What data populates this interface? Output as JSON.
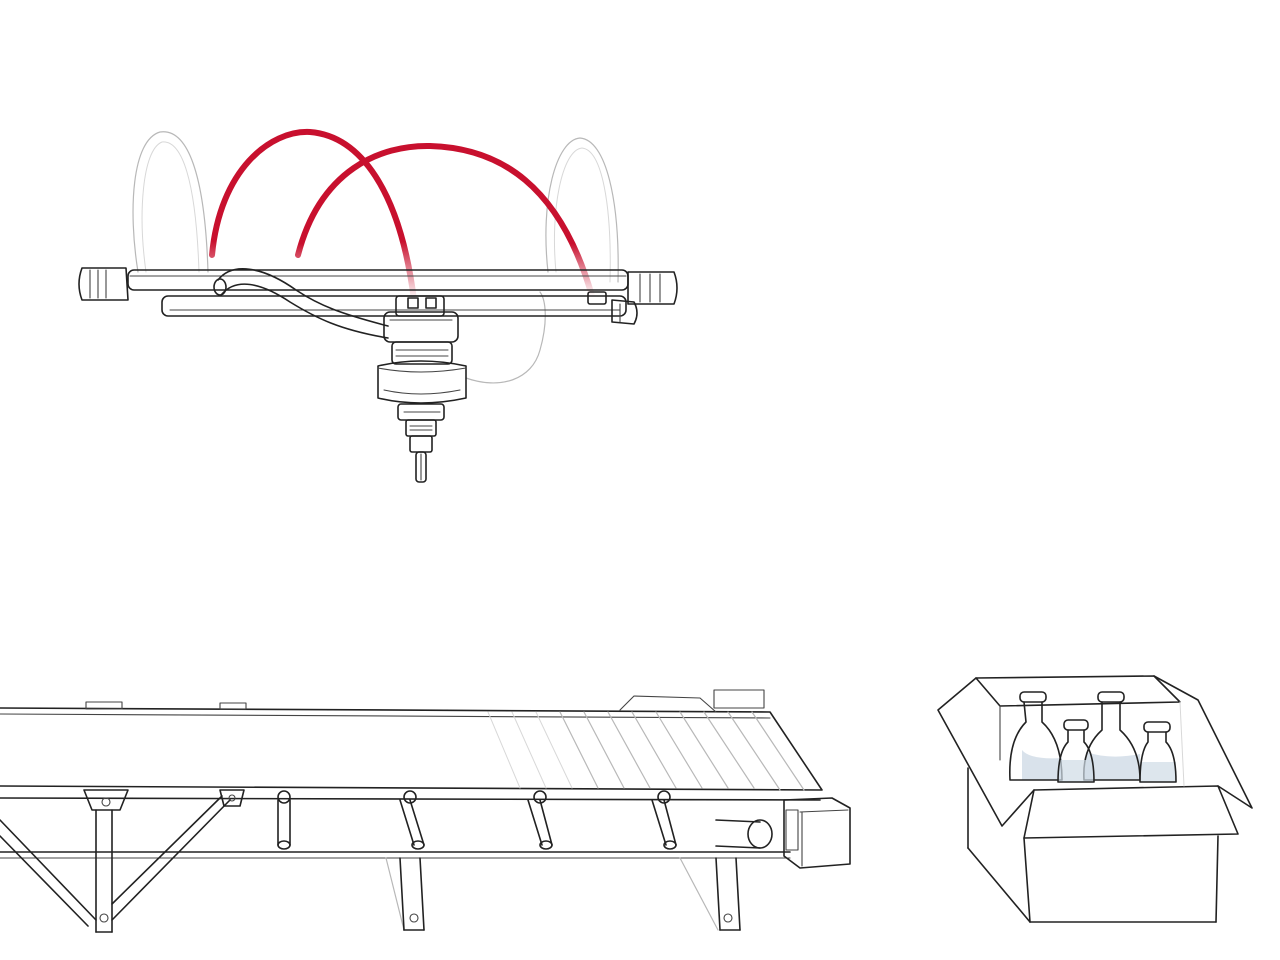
{
  "scene": {
    "description_visible_text": "",
    "colors": {
      "background": "#ffffff",
      "line": "#222222",
      "cable": "#c8102e",
      "glass_tint": "#cfdbe6"
    },
    "objects": [
      {
        "id": "robot-gripper-head",
        "kind": "drawing"
      },
      {
        "id": "conveyor-belt",
        "kind": "drawing"
      },
      {
        "id": "box-with-bottles",
        "kind": "drawing",
        "bottle_count": 4
      }
    ]
  }
}
